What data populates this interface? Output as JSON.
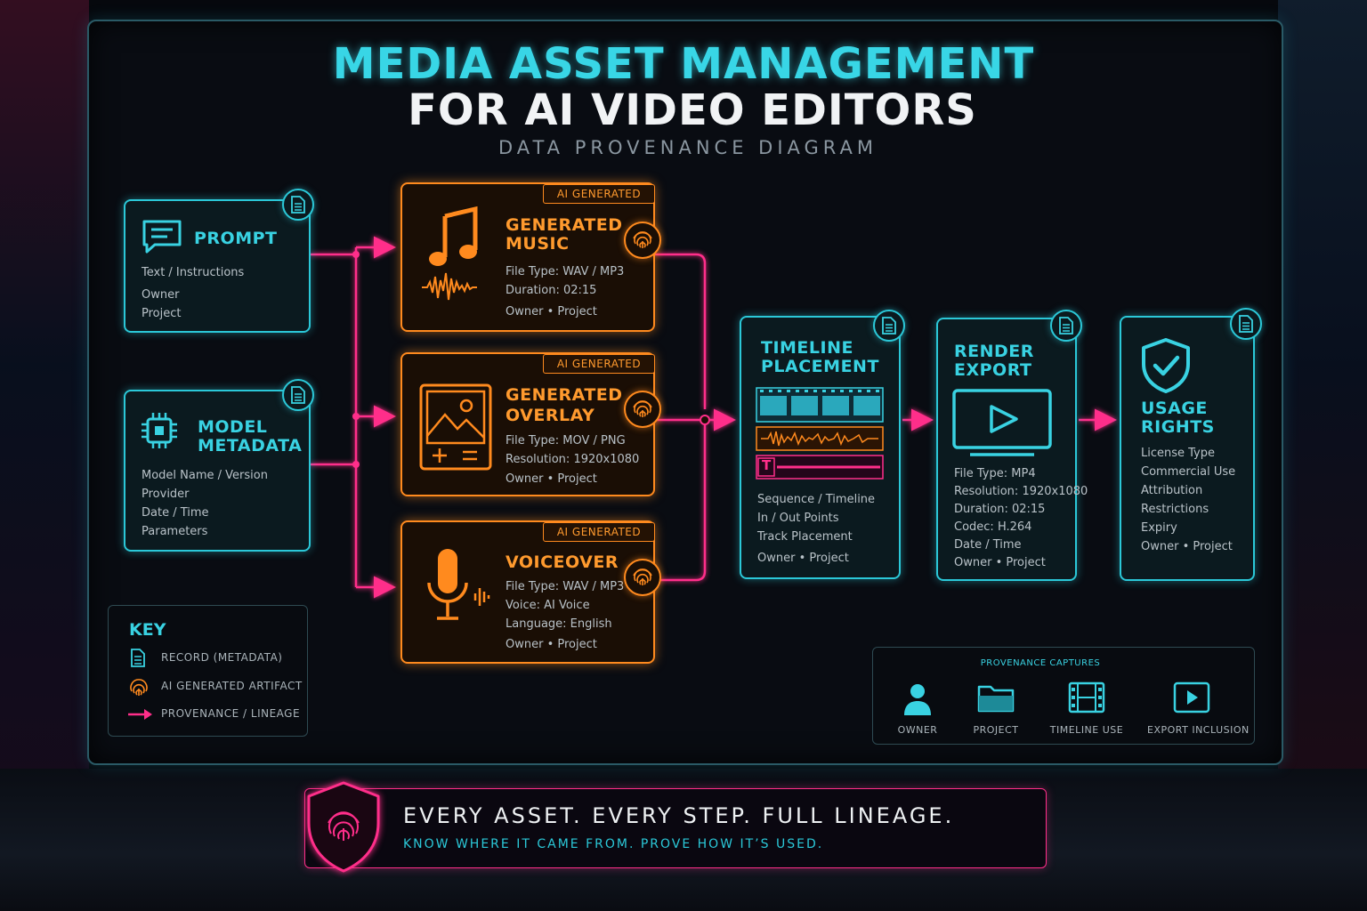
{
  "header": {
    "title_line1": "MEDIA ASSET MANAGEMENT",
    "title_line2": "FOR AI VIDEO EDITORS",
    "subtitle": "DATA PROVENANCE DIAGRAM"
  },
  "sources": {
    "prompt": {
      "title": "PROMPT",
      "fields": [
        "Text / Instructions",
        "Owner",
        "Project"
      ]
    },
    "model": {
      "title_line1": "MODEL",
      "title_line2": "METADATA",
      "fields": [
        "Model Name / Version",
        "Provider",
        "Date / Time",
        "Parameters"
      ]
    }
  },
  "generated": {
    "tag": "AI GENERATED",
    "music": {
      "title_line1": "GENERATED",
      "title_line2": "MUSIC",
      "fields": [
        "File Type: WAV / MP3",
        "Duration: 02:15",
        "Owner  •  Project"
      ]
    },
    "overlay": {
      "title_line1": "GENERATED",
      "title_line2": "OVERLAY",
      "fields": [
        "File Type: MOV / PNG",
        "Resolution: 1920x1080",
        "Owner  •  Project"
      ]
    },
    "voiceover": {
      "title": "VOICEOVER",
      "fields": [
        "File Type: WAV / MP3",
        "Voice: AI Voice",
        "Language: English",
        "Owner  •  Project"
      ]
    }
  },
  "pipeline": {
    "timeline": {
      "title_line1": "TIMELINE",
      "title_line2": "PLACEMENT",
      "track_letter": "T",
      "fields": [
        "Sequence / Timeline",
        "In / Out Points",
        "Track Placement",
        "Owner  •  Project"
      ]
    },
    "render": {
      "title_line1": "RENDER",
      "title_line2": "EXPORT",
      "fields": [
        "File Type: MP4",
        "Resolution: 1920x1080",
        "Duration: 02:15",
        "Codec: H.264",
        "Date / Time",
        "Owner  •  Project"
      ]
    },
    "rights": {
      "title_line1": "USAGE",
      "title_line2": "RIGHTS",
      "fields": [
        "License Type",
        "Commercial Use",
        "Attribution",
        "Restrictions",
        "Expiry",
        "Owner  •  Project"
      ]
    }
  },
  "key": {
    "title": "KEY",
    "items": [
      {
        "icon": "document-icon",
        "label": "RECORD (METADATA)"
      },
      {
        "icon": "fingerprint-icon",
        "label": "AI GENERATED ARTIFACT"
      },
      {
        "icon": "arrow-icon",
        "label": "PROVENANCE / LINEAGE"
      }
    ]
  },
  "captures": {
    "title": "PROVENANCE CAPTURES",
    "items": [
      {
        "icon": "person-icon",
        "label": "OWNER"
      },
      {
        "icon": "folder-icon",
        "label": "PROJECT"
      },
      {
        "icon": "film-icon",
        "label": "TIMELINE USE"
      },
      {
        "icon": "play-icon",
        "label": "EXPORT INCLUSION"
      }
    ]
  },
  "banner": {
    "main": "EVERY ASSET. EVERY STEP. FULL LINEAGE.",
    "sub": "KNOW WHERE IT CAME FROM. PROVE HOW IT’S USED."
  },
  "colors": {
    "cyan": "#2bc8d8",
    "orange": "#ff8a1e",
    "magenta": "#ff2e8a"
  }
}
